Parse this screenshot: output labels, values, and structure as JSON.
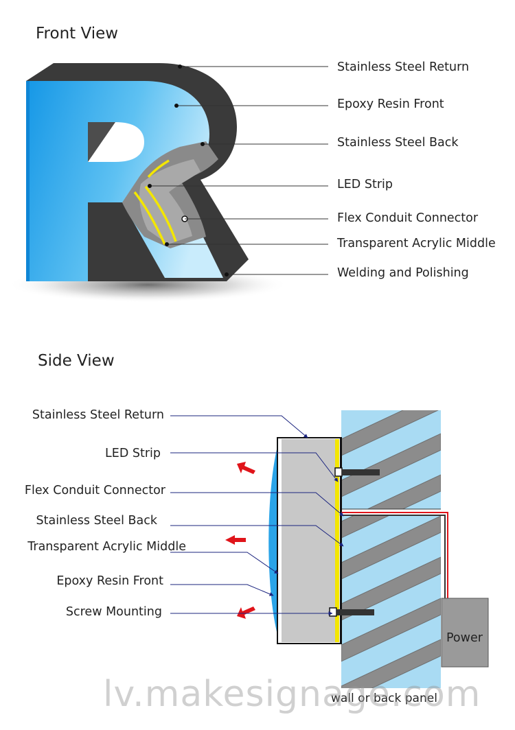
{
  "front": {
    "title": "Front View",
    "labels": [
      "Stainless Steel Return",
      "Epoxy Resin Front",
      "Stainless Steel Back",
      "LED Strip",
      "Flex Conduit Connector",
      "Transparent Acrylic Middle",
      "Welding and Polishing"
    ]
  },
  "side": {
    "title": "Side View",
    "labels": [
      "Stainless Steel Return",
      "LED Strip",
      "Flex Conduit Connector",
      "Stainless Steel Back",
      "Transparent Acrylic Middle",
      "Epoxy Resin Front",
      "Screw Mounting"
    ],
    "wall_label": "wall or back panel",
    "power_label": "Power"
  },
  "watermark": "lv.makesignage.com",
  "colors": {
    "resin_blue": "#2aa4e8",
    "steel_dark": "#3a3a3a",
    "led_yellow": "#f3e600",
    "wall_blue": "#a8d8f2",
    "arrow_red": "#e0141a",
    "wire_red": "#e0141a",
    "leader_navy": "#1a237e"
  }
}
